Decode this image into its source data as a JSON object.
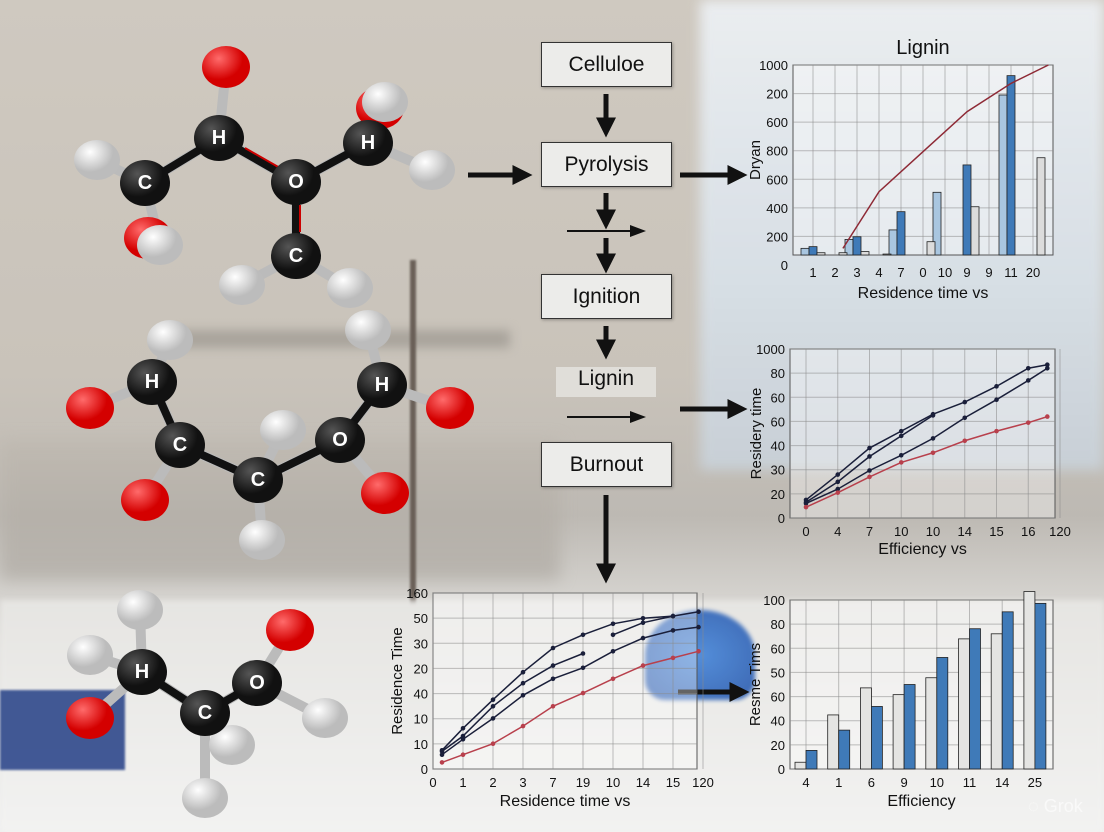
{
  "flowchart": {
    "steps": [
      "Celluloe",
      "Pyrolysis",
      "Ignition",
      "Lignin",
      "Burnout"
    ]
  },
  "molecules": {
    "atom_labels": {
      "H": "H",
      "C": "C",
      "O": "O"
    },
    "colors": {
      "carbon": "#111111",
      "oxygen": "#d40000",
      "hydrogen": "#f2f2f2"
    }
  },
  "watermark": "Grok",
  "chart_data": [
    {
      "type": "bar",
      "title": "Lignin",
      "xlabel": "Residence time vs",
      "ylabel": "Dryan",
      "categories": [
        "1",
        "2",
        "3",
        "4",
        "7",
        "0",
        "10",
        "9",
        "9",
        "11",
        "20"
      ],
      "y_tick_labels": [
        "0",
        "200",
        "400",
        "600",
        "800",
        "600",
        "200",
        "1000"
      ],
      "ylim": [
        0,
        1000
      ],
      "grid": true,
      "colors": {
        "light": "#a9c6e0",
        "dark": "#3f7ab8",
        "gray": "#dcdcdc",
        "line": "#8e2a36"
      },
      "series": [
        {
          "key": "light",
          "values": [
            35,
            0,
            82,
            0,
            132,
            0,
            330,
            0,
            0,
            842,
            0
          ]
        },
        {
          "key": "dark",
          "values": [
            44,
            0,
            96,
            0,
            228,
            0,
            0,
            474,
            0,
            944,
            0
          ]
        },
        {
          "key": "gray",
          "values": [
            12,
            12,
            18,
            5,
            0,
            70,
            0,
            254,
            0,
            0,
            512
          ]
        }
      ],
      "curve": {
        "x": [
          1.36,
          3,
          5,
          7,
          9,
          10.7
        ],
        "y": [
          35,
          333,
          544,
          754,
          903,
          1000
        ]
      }
    },
    {
      "type": "line",
      "title": "",
      "xlabel": "Efficiency vs",
      "ylabel": "Residery time",
      "x_tick_labels": [
        "0",
        "4",
        "7",
        "10",
        "10",
        "14",
        "15",
        "16",
        "120"
      ],
      "y_tick_labels": [
        "0",
        "20",
        "30",
        "40",
        "60",
        "60",
        "80",
        "1000"
      ],
      "ylim": [
        0,
        1000
      ],
      "grid": true,
      "series": [
        {
          "color": "#1a1f3a",
          "x": [
            0,
            1,
            2,
            3,
            4,
            5,
            6,
            7,
            7.6
          ],
          "y": [
            107,
            257,
            414,
            514,
            614,
            686,
            779,
            886,
            907
          ]
        },
        {
          "color": "#1a1f3a",
          "x": [
            0,
            1,
            2,
            3,
            4
          ],
          "y": [
            93,
            214,
            364,
            486,
            607
          ]
        },
        {
          "color": "#1a1f3a",
          "x": [
            0,
            1,
            2,
            3,
            4,
            5,
            6,
            7,
            7.6
          ],
          "y": [
            86,
            171,
            281,
            371,
            471,
            593,
            700,
            814,
            886
          ]
        },
        {
          "color": "#b8404c",
          "x": [
            0,
            1,
            2,
            3,
            4,
            5,
            6,
            7,
            7.6
          ],
          "y": [
            64,
            150,
            243,
            329,
            386,
            457,
            514,
            564,
            600
          ]
        }
      ]
    },
    {
      "type": "line",
      "title": "",
      "xlabel": "Residence time vs",
      "ylabel": "Residence Time",
      "x_tick_labels": [
        "0",
        "1",
        "2",
        "3",
        "7",
        "19",
        "10",
        "14",
        "15",
        "120"
      ],
      "y_tick_labels": [
        "0",
        "10",
        "10",
        "40",
        "20",
        "30",
        "50",
        "160"
      ],
      "ylim": [
        0,
        160
      ],
      "grid": true,
      "series": [
        {
          "color": "#1a1f3a",
          "x": [
            0.3,
            1,
            2,
            3,
            4,
            5,
            6,
            7,
            8,
            8.85
          ],
          "y": [
            17,
            37,
            63,
            88,
            110,
            122,
            132,
            137,
            139,
            143
          ]
        },
        {
          "color": "#1a1f3a",
          "x": [
            0.3,
            1,
            2,
            3,
            4,
            5
          ],
          "y": [
            16,
            30,
            57,
            78,
            94,
            105
          ]
        },
        {
          "color": "#1a1f3a",
          "x": [
            6,
            7,
            8
          ],
          "y": [
            122,
            133,
            139
          ]
        },
        {
          "color": "#1a1f3a",
          "x": [
            0.3,
            1,
            2,
            3,
            4,
            5,
            6,
            7,
            8,
            8.85
          ],
          "y": [
            13,
            27,
            46,
            67,
            82,
            92,
            107,
            119,
            126,
            129
          ]
        },
        {
          "color": "#b8404c",
          "x": [
            0.3,
            1,
            2,
            3,
            4,
            5,
            6,
            7,
            8,
            8.85
          ],
          "y": [
            6,
            13,
            23,
            39,
            57,
            69,
            82,
            94,
            101,
            107
          ]
        }
      ]
    },
    {
      "type": "bar",
      "title": "",
      "xlabel": "Efficiency",
      "ylabel": "Resme Tims",
      "categories": [
        "4",
        "1",
        "6",
        "9",
        "10",
        "11",
        "14",
        "25"
      ],
      "y_tick_labels": [
        "0",
        "20",
        "40",
        "60",
        "50",
        "60",
        "80",
        "100"
      ],
      "ylim": [
        0,
        100
      ],
      "grid": true,
      "colors": {
        "white": "#e4e4e2",
        "blue": "#3f7ab8"
      },
      "series": [
        {
          "key": "white",
          "values": [
            4,
            32,
            48,
            44,
            54,
            77,
            80,
            105
          ]
        },
        {
          "key": "blue",
          "values": [
            11,
            23,
            37,
            50,
            66,
            83,
            93,
            98
          ]
        }
      ]
    }
  ]
}
